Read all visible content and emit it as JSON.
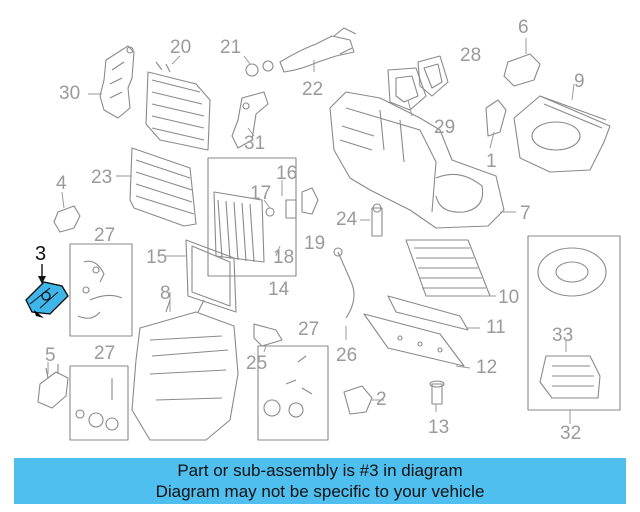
{
  "diagram": {
    "highlight_part": "3",
    "callouts": {
      "n1": "1",
      "n2": "2",
      "n3": "3",
      "n4": "4",
      "n5": "5",
      "n6": "6",
      "n7": "7",
      "n8": "8",
      "n9": "9",
      "n10": "10",
      "n11": "11",
      "n12": "12",
      "n13": "13",
      "n14": "14",
      "n15": "15",
      "n16": "16",
      "n17": "17",
      "n18": "18",
      "n19": "19",
      "n20": "20",
      "n21": "21",
      "n22": "22",
      "n23": "23",
      "n24": "24",
      "n25": "25",
      "n26": "26",
      "n27a": "27",
      "n27b": "27",
      "n27c": "27",
      "n28": "28",
      "n29": "29",
      "n30": "30",
      "n31": "31",
      "n32": "32",
      "n33": "33"
    }
  },
  "banner": {
    "line1": "Part or sub-assembly is #3 in diagram",
    "line2": "Diagram may not be specific to your vehicle"
  },
  "colors": {
    "banner": "#4fbff0",
    "highlight": "#3fb6ea",
    "line": "#9a9a9a"
  }
}
